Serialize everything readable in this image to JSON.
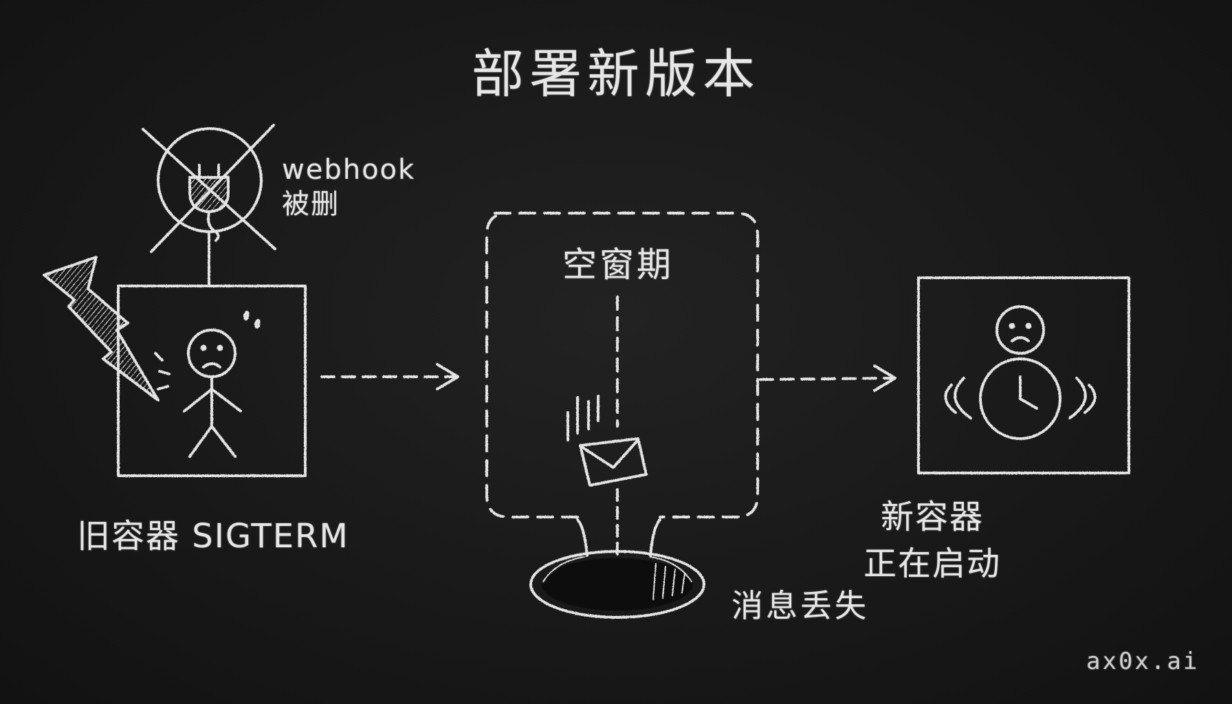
{
  "title": "部署新版本",
  "webhook_label": {
    "line1": "webhook",
    "line2": "被删"
  },
  "old_container_label": "旧容器 SIGTERM",
  "gap_label": "空窗期",
  "new_container_label": {
    "line1": "新容器",
    "line2": "正在启动"
  },
  "message_lost_label": "消息丢失",
  "watermark": "ax0x.ai",
  "colors": {
    "background": "#161616",
    "chalk": "#e6e6e6"
  },
  "icons": [
    "lightning-icon",
    "crossed-plug-icon",
    "stick-figure-icon",
    "envelope-icon",
    "clock-icon",
    "hole-icon",
    "arrow-icon"
  ]
}
